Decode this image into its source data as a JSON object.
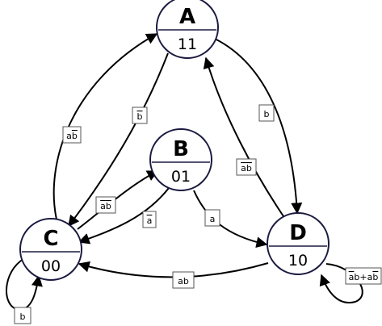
{
  "diagram": {
    "states": [
      {
        "id": "A",
        "name": "A",
        "code": "11"
      },
      {
        "id": "B",
        "name": "B",
        "code": "01"
      },
      {
        "id": "C",
        "name": "C",
        "code": "00"
      },
      {
        "id": "D",
        "name": "D",
        "code": "10"
      }
    ],
    "transitions": [
      {
        "id": "C-A",
        "from": "C",
        "to": "A",
        "label": [
          {
            "t": "a"
          },
          {
            "t": "b",
            "bar": true
          }
        ]
      },
      {
        "id": "A-C",
        "from": "A",
        "to": "C",
        "label": [
          {
            "t": "b",
            "bar": true
          }
        ]
      },
      {
        "id": "A-D",
        "from": "A",
        "to": "D",
        "label": [
          {
            "t": "b"
          }
        ]
      },
      {
        "id": "D-A",
        "from": "D",
        "to": "A",
        "label": [
          {
            "t": "a",
            "bar": true
          },
          {
            "t": "b",
            "bar": true
          }
        ]
      },
      {
        "id": "C-B",
        "from": "C",
        "to": "B",
        "label": [
          {
            "t": "a",
            "bar": true
          },
          {
            "t": "b",
            "bar": true
          }
        ]
      },
      {
        "id": "B-C",
        "from": "B",
        "to": "C",
        "label": [
          {
            "t": "a",
            "bar": true
          }
        ]
      },
      {
        "id": "B-D",
        "from": "B",
        "to": "D",
        "label": [
          {
            "t": "a"
          }
        ]
      },
      {
        "id": "D-C",
        "from": "D",
        "to": "C",
        "label": [
          {
            "t": "ab"
          }
        ]
      },
      {
        "id": "C-C",
        "from": "C",
        "to": "C",
        "label": [
          {
            "t": "b"
          }
        ]
      },
      {
        "id": "D-D",
        "from": "D",
        "to": "D",
        "label": [
          {
            "t": "a",
            "bar": true
          },
          {
            "t": "b+a"
          },
          {
            "t": "b",
            "bar": true
          }
        ]
      }
    ]
  }
}
